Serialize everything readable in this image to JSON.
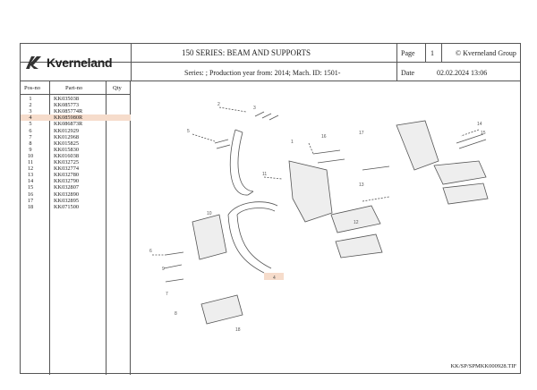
{
  "header": {
    "brand": "Kverneland",
    "title": "150 SERIES: BEAM AND SUPPORTS",
    "page_label": "Page",
    "page_number": "1",
    "copyright": "© Kverneland Group",
    "series_info": "Series: ; Production year from: 2014; Mach. ID: 1501-",
    "date_label": "Date",
    "date_value": "02.02.2024  13:06"
  },
  "table": {
    "columns": [
      "Pos-no",
      "Part-no",
      "Qty"
    ],
    "rows": [
      {
        "no": "1",
        "part": "KK035038"
      },
      {
        "no": "2",
        "part": "KK085773"
      },
      {
        "no": "3",
        "part": "KK085774R"
      },
      {
        "no": "4",
        "part": "KK085980R",
        "highlight": true
      },
      {
        "no": "5",
        "part": "KK086873R"
      },
      {
        "no": "6",
        "part": "KK012929"
      },
      {
        "no": "7",
        "part": "KK012968"
      },
      {
        "no": "8",
        "part": "KK015825"
      },
      {
        "no": "9",
        "part": "KK015830"
      },
      {
        "no": "10",
        "part": "KK016038"
      },
      {
        "no": "11",
        "part": "KK032725"
      },
      {
        "no": "12",
        "part": "KK032774"
      },
      {
        "no": "13",
        "part": "KK032780"
      },
      {
        "no": "14",
        "part": "KK032790"
      },
      {
        "no": "15",
        "part": "KK032807"
      },
      {
        "no": "16",
        "part": "KK032890"
      },
      {
        "no": "17",
        "part": "KK032895"
      },
      {
        "no": "18",
        "part": "KK071500"
      }
    ]
  },
  "diagram": {
    "callouts": [
      "1",
      "2",
      "3",
      "4",
      "5",
      "6",
      "7",
      "8",
      "9",
      "10",
      "11",
      "12",
      "13",
      "14",
      "15",
      "16",
      "17",
      "18"
    ],
    "highlight_color": "#f6dccb"
  },
  "footer": {
    "file_code": "KK/SP/SPMKK000928.TIF"
  }
}
